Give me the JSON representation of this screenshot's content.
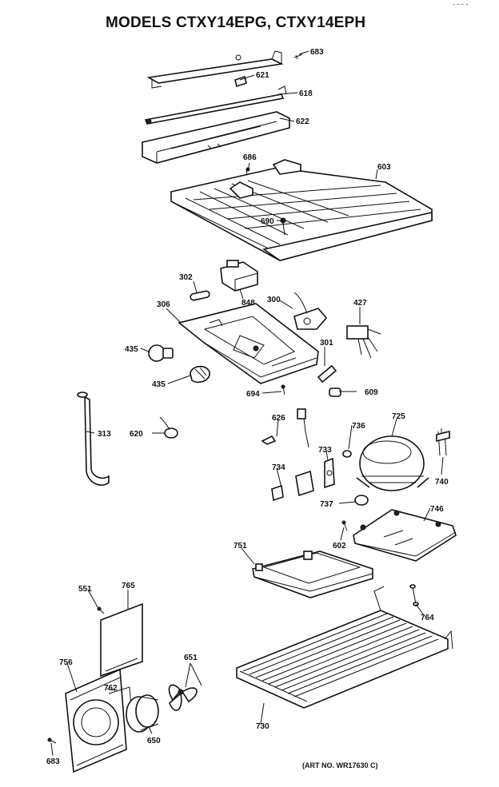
{
  "header": {
    "title": "MODELS CTXY14EPG, CTXY14EPH",
    "corner_mark": "- - - -"
  },
  "footer": {
    "art_number": "(ART NO. WR17630 C)"
  },
  "callouts": [
    {
      "id": "683a",
      "text": "683"
    },
    {
      "id": "621",
      "text": "621"
    },
    {
      "id": "618",
      "text": "618"
    },
    {
      "id": "622",
      "text": "622"
    },
    {
      "id": "686",
      "text": "686"
    },
    {
      "id": "603",
      "text": "603"
    },
    {
      "id": "690",
      "text": "690"
    },
    {
      "id": "302",
      "text": "302"
    },
    {
      "id": "848",
      "text": "848"
    },
    {
      "id": "300",
      "text": "300"
    },
    {
      "id": "427",
      "text": "427"
    },
    {
      "id": "306",
      "text": "306"
    },
    {
      "id": "435a",
      "text": "435"
    },
    {
      "id": "301",
      "text": "301"
    },
    {
      "id": "435b",
      "text": "435"
    },
    {
      "id": "694",
      "text": "694"
    },
    {
      "id": "609",
      "text": "609"
    },
    {
      "id": "313",
      "text": "313"
    },
    {
      "id": "620",
      "text": "620"
    },
    {
      "id": "626",
      "text": "626"
    },
    {
      "id": "736",
      "text": "736"
    },
    {
      "id": "725",
      "text": "725"
    },
    {
      "id": "733",
      "text": "733"
    },
    {
      "id": "734",
      "text": "734"
    },
    {
      "id": "740",
      "text": "740"
    },
    {
      "id": "737",
      "text": "737"
    },
    {
      "id": "746",
      "text": "746"
    },
    {
      "id": "602",
      "text": "602"
    },
    {
      "id": "751",
      "text": "751"
    },
    {
      "id": "551",
      "text": "551"
    },
    {
      "id": "765",
      "text": "765"
    },
    {
      "id": "764",
      "text": "764"
    },
    {
      "id": "651",
      "text": "651"
    },
    {
      "id": "756",
      "text": "756"
    },
    {
      "id": "762",
      "text": "762"
    },
    {
      "id": "650",
      "text": "650"
    },
    {
      "id": "730",
      "text": "730"
    },
    {
      "id": "683b",
      "text": "683"
    }
  ]
}
